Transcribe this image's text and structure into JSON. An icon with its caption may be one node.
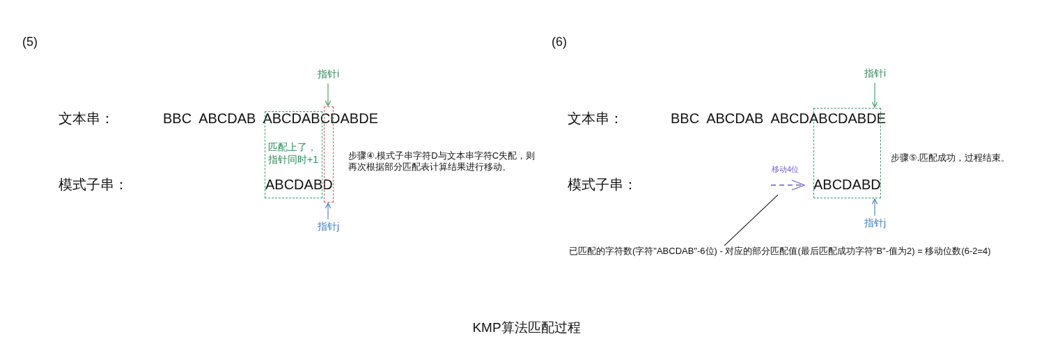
{
  "diagram": {
    "caption": "KMP算法匹配过程",
    "nodes": [
      {
        "text": [
          "指针i"
        ]
      },
      {
        "text": [
          "匹配上了，指针同时+1"
        ]
      },
      {
        "text": [],
        "shape": "box"
      },
      {
        "text": [
          "指针j"
        ]
      },
      {
        "text": [
          "指针i"
        ]
      },
      {
        "text": [],
        "shape": "box"
      },
      {
        "text": [
          "指针j"
        ]
      },
      {
        "text": [
          "已匹配的字符数(字符\"ABCDAB\"-6位) - 对应的部分匹配值(最后匹配成功字符\"B\"-值为2) = 移动位数(6-2=4)"
        ]
      }
    ],
    "edges": [
      {
        "from": 0,
        "to": 2,
        "arrow": "to",
        "color": "#3f9a5e"
      },
      {
        "from": 3,
        "to": 2,
        "arrow": "to",
        "color": "#3f7fc0"
      },
      {
        "from": 4,
        "to": 5,
        "arrow": "to",
        "color": "#3f9a5e"
      },
      {
        "from": 6,
        "to": 5,
        "arrow": "to",
        "color": "#3f7fc0"
      },
      {
        "from": 7,
        "to": null,
        "arrow": "none",
        "color": "#333333"
      }
    ],
    "labels": [
      "(5)",
      "文本串：",
      "BBC  ABCDAB  ABCDABCDABDE",
      "模式子串：",
      "ABCDABD",
      "步骤④.模式子串字符D与文本串字符C失配，则再次根据部分匹配表计算结果进行移动。",
      "(6)",
      "文本串：",
      "BBC  ABCDAB  ABCDABCDABDE",
      "模式子串：",
      "移动4位",
      "ABCDABD",
      "步骤⑤.匹配成功，过程结束。"
    ]
  }
}
